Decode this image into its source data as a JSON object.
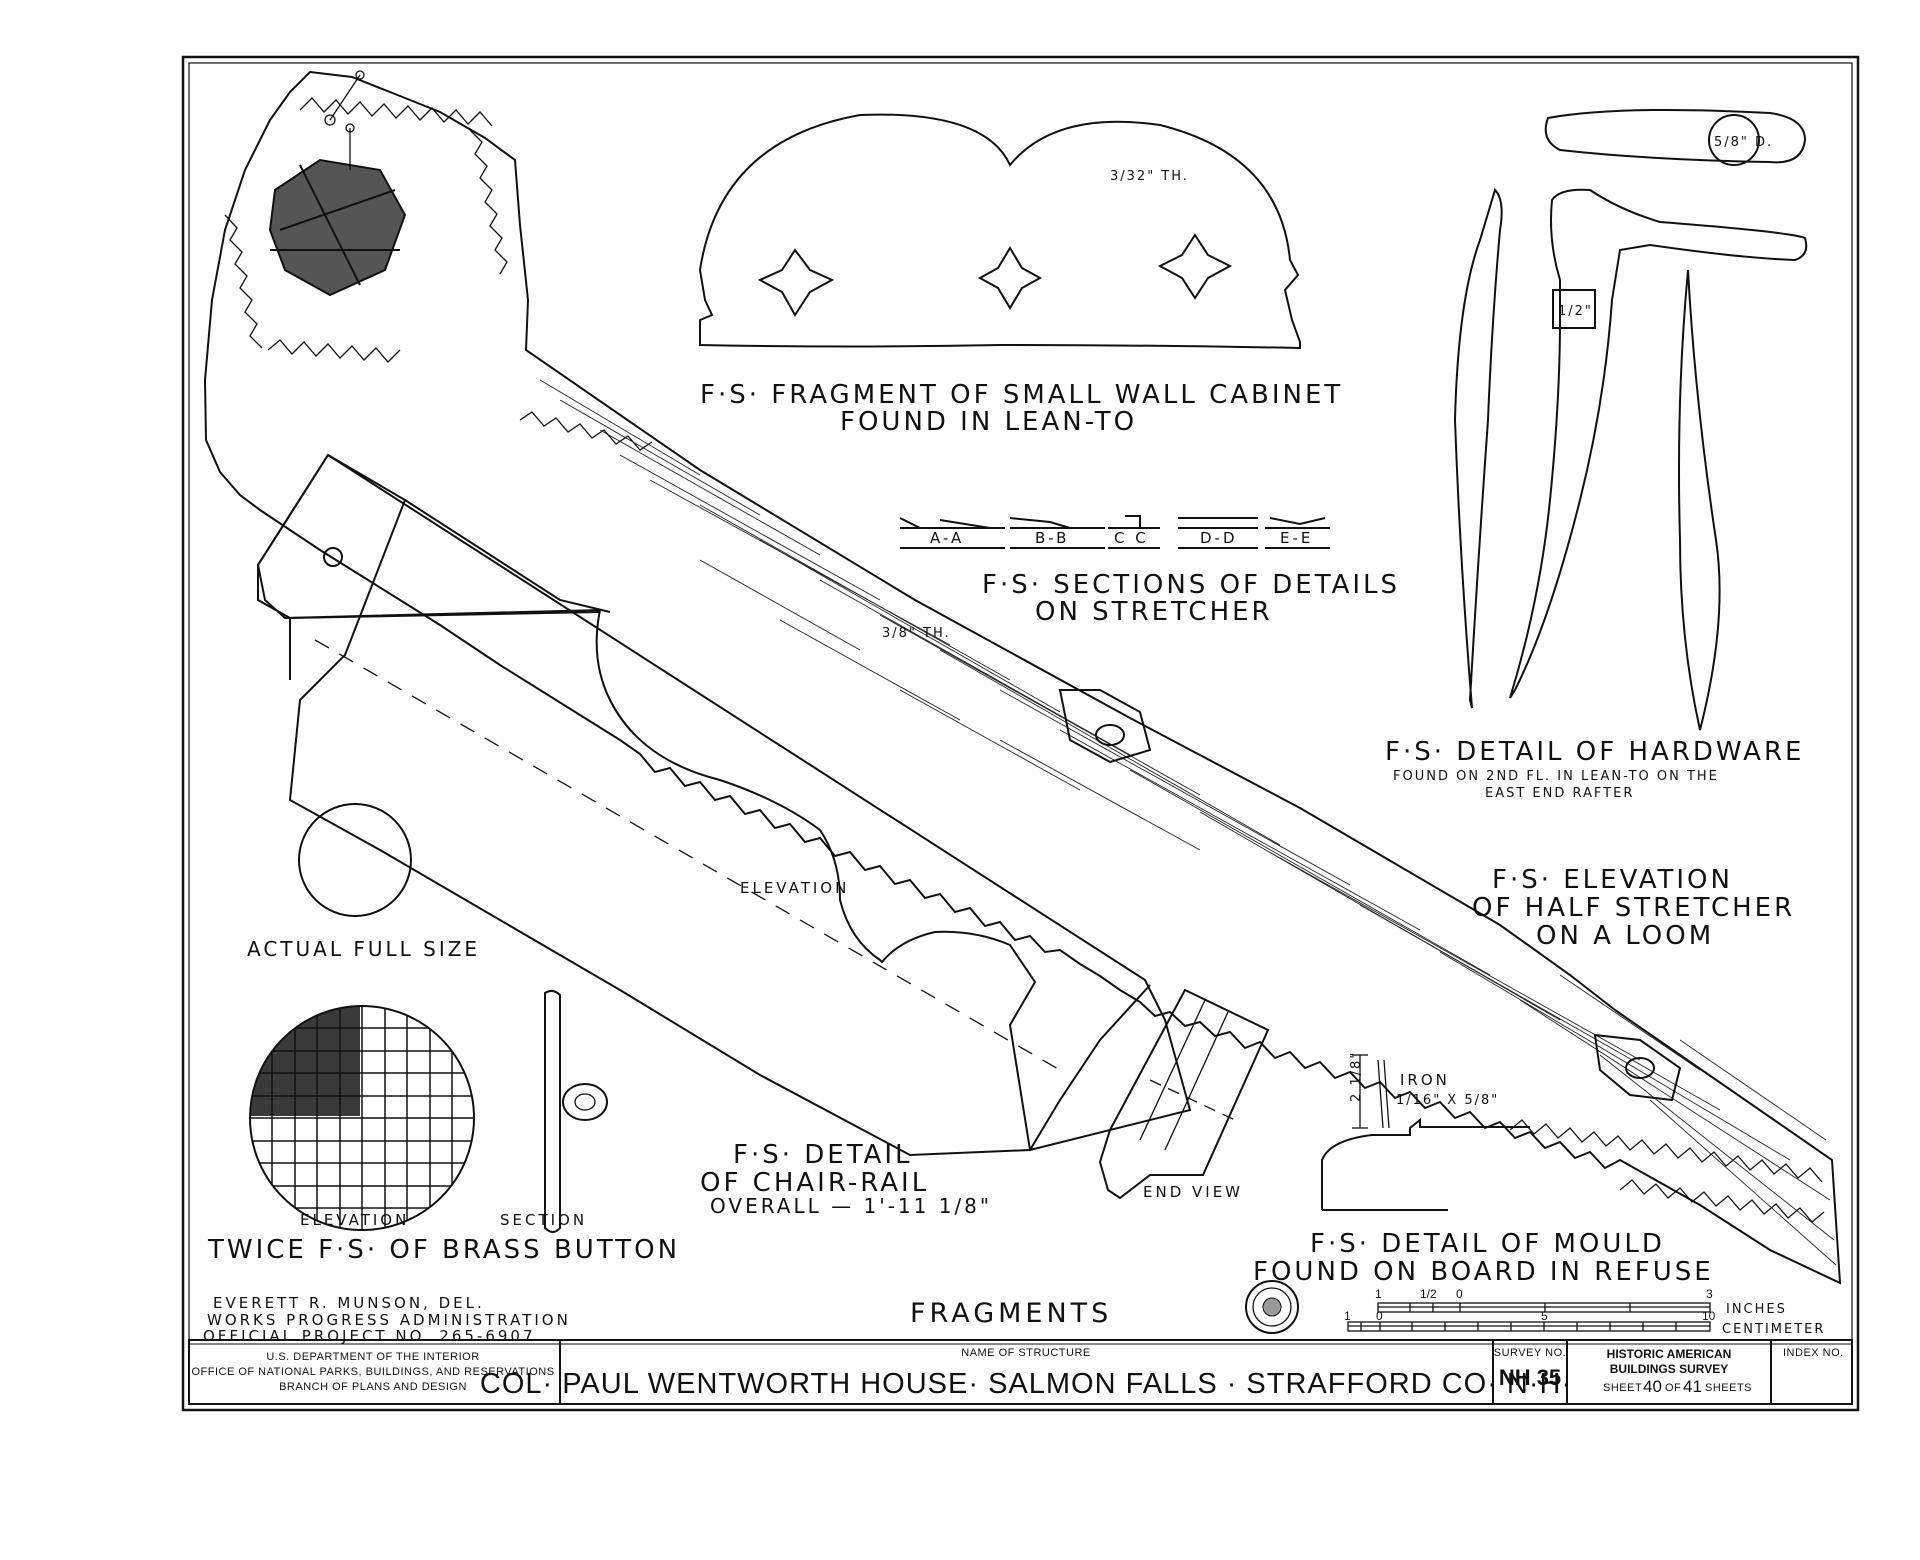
{
  "labels": {
    "cabinet_thickness": "3/32\" TH.",
    "cabinet_title_1": "F·S· FRAGMENT OF SMALL WALL CABINET",
    "cabinet_title_2": "FOUND IN LEAN-TO",
    "sections": [
      "A-A",
      "B-B",
      "C C",
      "D-D",
      "E-E"
    ],
    "sections_title_1": "F·S· SECTIONS OF DETAILS",
    "sections_title_2": "ON STRETCHER",
    "stretcher_thickness": "3/8\" TH.",
    "hardware_dia": "5/8\" D.",
    "hardware_size": "1/2\"",
    "hardware_title": "F·S· DETAIL OF HARDWARE",
    "hardware_sub_1": "FOUND ON 2ND FL. IN LEAN-TO ON THE",
    "hardware_sub_2": "EAST END RAFTER",
    "stretcher_title_1": "F·S· ELEVATION",
    "stretcher_title_2": "OF HALF STRETCHER",
    "stretcher_title_3": "ON A LOOM",
    "chairrail_elevation": "ELEVATION",
    "chairrail_title_1": "F·S· DETAIL",
    "chairrail_title_2": "OF CHAIR-RAIL",
    "chairrail_overall": "OVERALL — 1'-11 1/8\"",
    "end_view": "END VIEW",
    "actual_full_size": "ACTUAL FULL SIZE",
    "button_elevation": "ELEVATION",
    "button_section": "SECTION",
    "button_title": "TWICE F·S· OF BRASS BUTTON",
    "mould_dim": "2 1/8\"",
    "mould_iron_1": "IRON",
    "mould_iron_2": "1/16\" X 5/8\"",
    "mould_title_1": "F·S· DETAIL OF MOULD",
    "mould_title_2": "FOUND ON BOARD IN REFUSE",
    "drawing_title": "FRAGMENTS",
    "delineator_1": "EVERETT R. MUNSON, DEL.",
    "delineator_2": "WORKS PROGRESS ADMINISTRATION",
    "delineator_3": "OFFICIAL PROJECT NO. 265-6907"
  },
  "scale_bar": {
    "inch_ticks": [
      "1",
      "1/2",
      "0",
      "3"
    ],
    "cm_ticks": [
      "1",
      "0",
      "5",
      "10"
    ],
    "inch_unit": "INCHES",
    "cm_unit": "CENTIMETER"
  },
  "title_block": {
    "agency_1": "U.S. DEPARTMENT OF THE INTERIOR",
    "agency_2": "OFFICE OF NATIONAL PARKS, BUILDINGS, AND RESERVATIONS",
    "agency_3": "BRANCH OF PLANS AND DESIGN",
    "structure_label": "NAME OF STRUCTURE",
    "structure_name": "COL· PAUL WENTWORTH HOUSE· SALMON FALLS · STRAFFORD CO· N·H·",
    "survey_label": "SURVEY NO.",
    "survey_no": "NH 35",
    "habs_1": "HISTORIC AMERICAN",
    "habs_2": "BUILDINGS SURVEY",
    "sheet_word": "SHEET",
    "sheet_no": "40",
    "of_word": "OF",
    "sheet_total": "41",
    "sheets_word": "SHEETS",
    "index_label": "INDEX NO."
  }
}
